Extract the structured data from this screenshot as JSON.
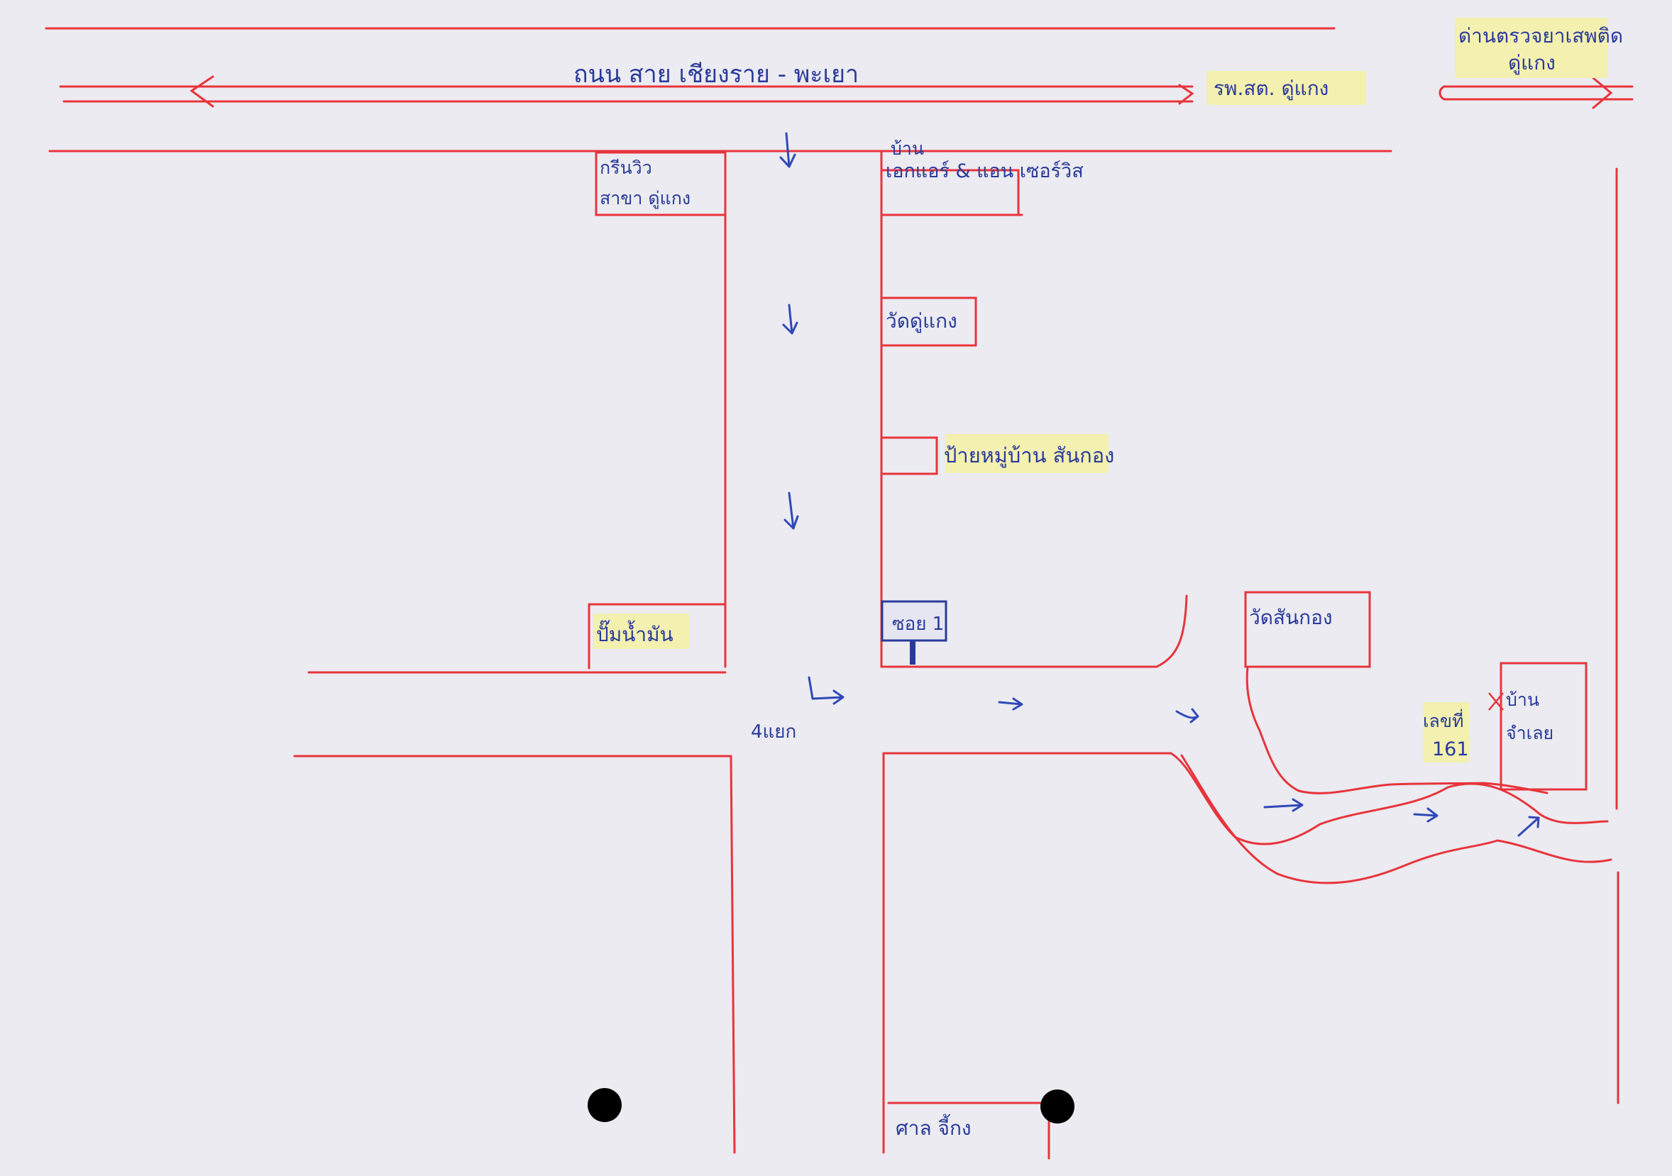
{
  "map": {
    "main_road_label": "ถนน สาย เชียงราย - พะเยา",
    "labels": {
      "hospital": "รพ.สต. ดู่แกง",
      "checkpoint_line1": "ด่านตรวจยาเสพติด",
      "checkpoint_line2": "ดู่แกง",
      "left_shop_line1": "กรีนวิว",
      "left_shop_line2": "สาขา ดู่แกง",
      "house_top_line1": "บ้าน",
      "house_top_line2": "เอกแอร์ & แอน เซอร์วิส",
      "temple_dukaeng": "วัดดู่แกง",
      "village_sign": "ป้ายหมู่บ้าน สันกอง",
      "water_pump": "ปั๊มน้ำมัน",
      "soi_sign": "ซอย 1",
      "intersection": "4แยก",
      "temple_sankong": "วัดสันกอง",
      "house_number_label": "เลขที่",
      "house_number": "161",
      "house_owner_line1": "บ้าน",
      "house_owner_line2": "จำเลย",
      "shrine": "ศาล จี้กง"
    },
    "colors": {
      "road": "#e8343c",
      "ink": "#2a3a9a",
      "highlight": "#f3f0b0",
      "paper": "#ebebf1"
    }
  }
}
